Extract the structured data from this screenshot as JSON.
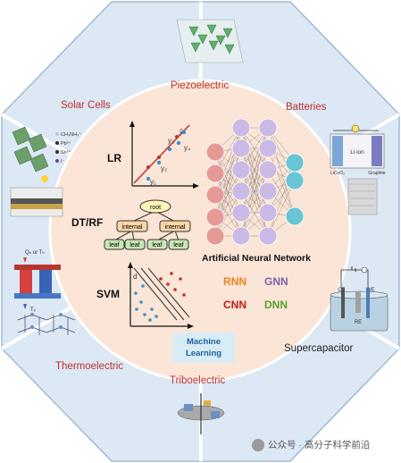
{
  "sections": {
    "piezoelectric": "Piezoelectric",
    "batteries": "Batteries",
    "solar_cells": "Solar Cells",
    "thermoelectric": "Thermoelectric",
    "supercapacitor": "Supercapacitor",
    "triboelectric": "Triboelectric"
  },
  "center": {
    "lr": "LR",
    "dtrf": "DT/RF",
    "svm": "SVM",
    "ann": "Artificial Neural Network",
    "rnn": "RNN",
    "gnn": "GNN",
    "cnn": "CNN",
    "dnn": "DNN",
    "ml_line1": "Machine",
    "ml_line2": "Learning"
  },
  "tree": {
    "root": "root",
    "internal": "internal",
    "leaf": "leaf"
  },
  "lr_points": {
    "yhat": "ŷ",
    "y1": "y₁",
    "y2": "y₂",
    "y3": "y₃",
    "y4": "y₄"
  },
  "svm_label": {
    "d": "d"
  },
  "battery_labels": {
    "li_ion": "Li ion",
    "cathode": "LiCoO₂",
    "anode": "Graphite"
  },
  "solar_legend": [
    "CH₃NH₃⁺",
    "Pb²⁺",
    "Sn²⁺",
    "I⁻"
  ],
  "supercap_labels": {
    "ce": "CE",
    "we": "WE",
    "re": "RE"
  },
  "thermo_labels": {
    "top": "Qₕ or Tₕ",
    "bottom": "Tₑ"
  },
  "watermark": "公众号 · 高分子科学前沿",
  "colors": {
    "octagon_fill": "#dce8f4",
    "octagon_stroke": "#9fbad6",
    "circle_fill": "#fbe5d6",
    "section_text": "#c0302c",
    "rnn": "#e8831f",
    "gnn": "#7a5fb0",
    "cnn": "#c01a1a",
    "dnn": "#5aa02c",
    "ann_node_red": "#e59a98",
    "ann_node_purple": "#cbb9e6",
    "ann_node_cyan": "#67c5d4"
  }
}
